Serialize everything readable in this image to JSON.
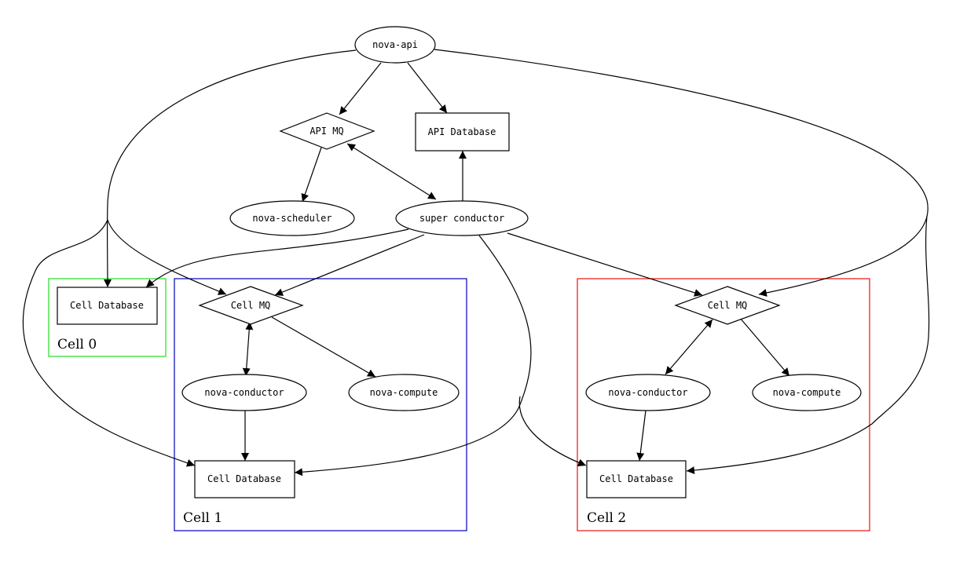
{
  "diagram": {
    "nodes": {
      "nova_api": "nova-api",
      "api_mq": "API MQ",
      "api_database": "API Database",
      "nova_scheduler": "nova-scheduler",
      "super_conductor": "super conductor",
      "cell0_database": "Cell Database",
      "cell1_mq": "Cell MQ",
      "cell1_conductor": "nova-conductor",
      "cell1_compute": "nova-compute",
      "cell1_database": "Cell Database",
      "cell2_mq": "Cell MQ",
      "cell2_conductor": "nova-conductor",
      "cell2_compute": "nova-compute",
      "cell2_database": "Cell Database"
    },
    "clusters": {
      "cell0": {
        "label": "Cell 0",
        "color": "#22dd22"
      },
      "cell1": {
        "label": "Cell 1",
        "color": "#0000bb"
      },
      "cell2": {
        "label": "Cell 2",
        "color": "#ee1111"
      }
    },
    "edges": [
      {
        "from": "nova-api",
        "to": "API MQ"
      },
      {
        "from": "nova-api",
        "to": "API Database"
      },
      {
        "from": "nova-api",
        "to": "Cell 0 Cell Database"
      },
      {
        "from": "nova-api",
        "to": "Cell 1 Cell MQ"
      },
      {
        "from": "nova-api",
        "to": "Cell 1 Cell Database"
      },
      {
        "from": "nova-api",
        "to": "Cell 2 Cell MQ"
      },
      {
        "from": "nova-api",
        "to": "Cell 2 Cell Database"
      },
      {
        "from": "API MQ",
        "to": "nova-scheduler"
      },
      {
        "from": "API MQ",
        "to": "super conductor",
        "bidirectional": true
      },
      {
        "from": "super conductor",
        "to": "API Database"
      },
      {
        "from": "super conductor",
        "to": "Cell 0 Cell Database"
      },
      {
        "from": "super conductor",
        "to": "Cell 1 Cell MQ"
      },
      {
        "from": "super conductor",
        "to": "Cell 1 Cell Database"
      },
      {
        "from": "super conductor",
        "to": "Cell 2 Cell MQ"
      },
      {
        "from": "super conductor",
        "to": "Cell 2 Cell Database"
      },
      {
        "from": "Cell 1 Cell MQ",
        "to": "Cell 1 nova-conductor",
        "bidirectional": true
      },
      {
        "from": "Cell 1 Cell MQ",
        "to": "Cell 1 nova-compute"
      },
      {
        "from": "Cell 1 nova-conductor",
        "to": "Cell 1 Cell Database"
      },
      {
        "from": "Cell 2 Cell MQ",
        "to": "Cell 2 nova-conductor",
        "bidirectional": true
      },
      {
        "from": "Cell 2 Cell MQ",
        "to": "Cell 2 nova-compute"
      },
      {
        "from": "Cell 2 nova-conductor",
        "to": "Cell 2 Cell Database"
      }
    ]
  }
}
